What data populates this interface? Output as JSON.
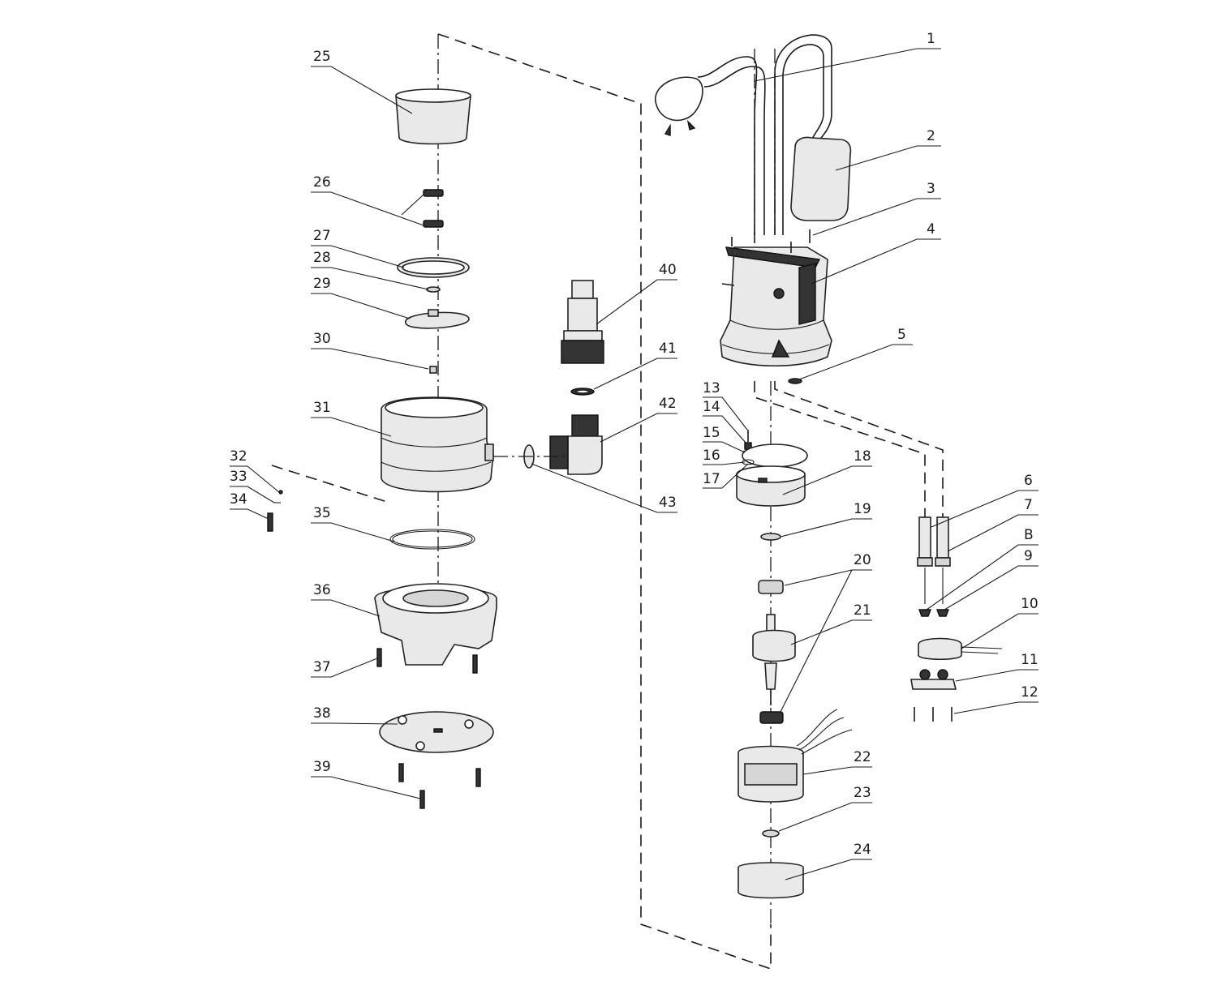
{
  "diagram": {
    "type": "exploded parts diagram",
    "callouts": [
      "1",
      "2",
      "3",
      "4",
      "5",
      "6",
      "7",
      "B",
      "9",
      "10",
      "11",
      "12",
      "13",
      "14",
      "15",
      "16",
      "17",
      "18",
      "19",
      "20",
      "21",
      "22",
      "23",
      "24",
      "25",
      "26",
      "27",
      "28",
      "29",
      "30",
      "31",
      "32",
      "33",
      "34",
      "35",
      "36",
      "37",
      "38",
      "39",
      "40",
      "41",
      "42",
      "43"
    ]
  },
  "colors": {
    "line": "#1a1a1a",
    "part_fill": "#e9e9e9",
    "part_shade": "#d6d6d6",
    "background": "#ffffff"
  }
}
